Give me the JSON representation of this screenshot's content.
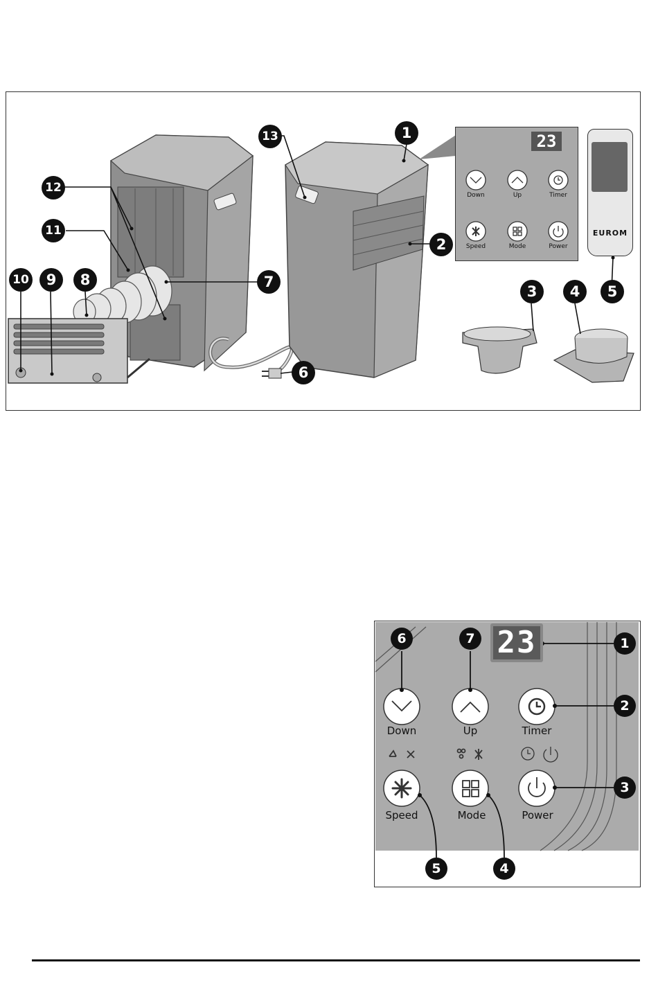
{
  "figure1": {
    "callouts": [
      "1",
      "2",
      "3",
      "4",
      "5",
      "6",
      "7",
      "8",
      "9",
      "10",
      "11",
      "12",
      "13"
    ],
    "panel": {
      "display": "23",
      "buttons": {
        "down": "Down",
        "up": "Up",
        "timer": "Timer",
        "speed": "Speed",
        "mode": "Mode",
        "power": "Power"
      }
    },
    "remote_brand": "EUROM"
  },
  "figure2": {
    "display": "23",
    "buttons": {
      "down": "Down",
      "up": "Up",
      "timer": "Timer",
      "speed": "Speed",
      "mode": "Mode",
      "power": "Power"
    },
    "callouts": [
      "1",
      "2",
      "3",
      "4",
      "5",
      "6",
      "7"
    ]
  },
  "colors": {
    "panel_gray": "#a9a9a9",
    "unit_gray": "#9a9a9a",
    "callout_black": "#111111"
  }
}
